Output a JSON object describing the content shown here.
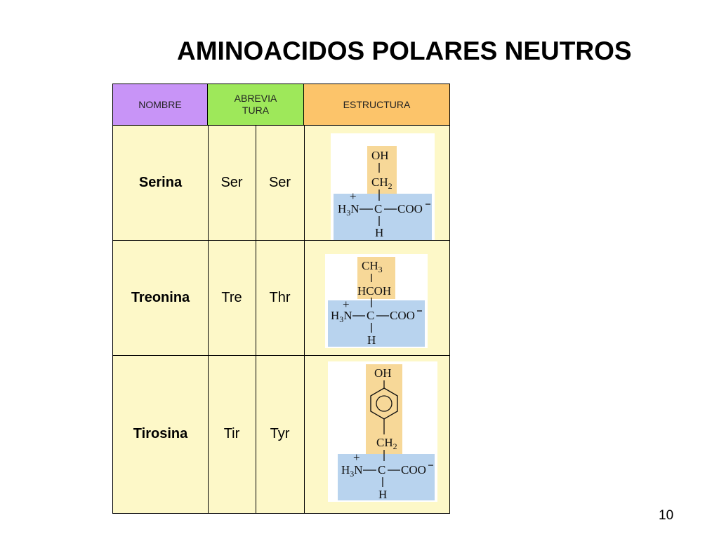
{
  "slide": {
    "title": "AMINOACIDOS POLARES NEUTROS",
    "page_number": "10"
  },
  "table": {
    "headers": {
      "nombre": "NOMBRE",
      "abreviatura_line1": "ABREVIA",
      "abreviatura_line2": "TURA",
      "estructura": "ESTRUCTURA"
    },
    "rows": [
      {
        "nombre": "Serina",
        "abrev_es": "Ser",
        "abrev_en": "Ser",
        "structure": {
          "side_chain": [
            "OH",
            "CH2"
          ],
          "backbone": "H3N—C—COO−",
          "h": "H"
        }
      },
      {
        "nombre": "Treonina",
        "abrev_es": "Tre",
        "abrev_en": "Thr",
        "structure": {
          "side_chain": [
            "CH3",
            "HCOH"
          ],
          "backbone": "H3N—C—COO−",
          "h": "H"
        }
      },
      {
        "nombre": "Tirosina",
        "abrev_es": "Tir",
        "abrev_en": "Tyr",
        "structure": {
          "side_chain": [
            "OH",
            "benzene-ring",
            "CH2"
          ],
          "backbone": "H3N—C—COO−",
          "h": "H"
        }
      }
    ]
  },
  "colors": {
    "header_nombre": "#c894f7",
    "header_abreviatura": "#9ee85a",
    "header_estructura": "#fcc46a",
    "body_background": "#fdf8c8",
    "side_chain_highlight": "#f7d898",
    "backbone_highlight": "#b8d3ee"
  }
}
